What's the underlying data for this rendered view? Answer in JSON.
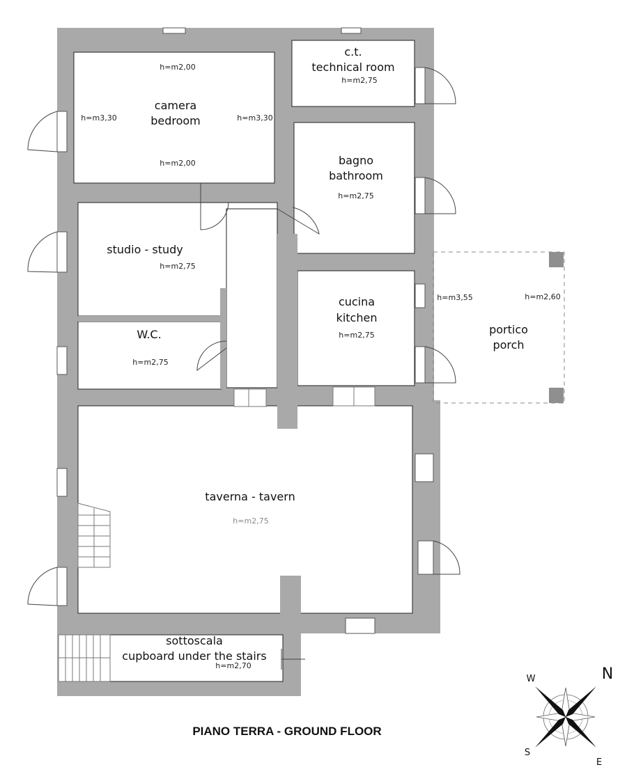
{
  "rooms": {
    "technical": {
      "name_it": "c.t.",
      "name_en": "technical room",
      "height": "h=m2,75"
    },
    "bedroom": {
      "name_it": "camera",
      "name_en": "bedroom",
      "height_top": "h=m2,00",
      "height_bottom": "h=m2,00",
      "height_left": "h=m3,30",
      "height_right": "h=m3,30"
    },
    "bathroom": {
      "name_it": "bagno",
      "name_en": "bathroom",
      "height": "h=m2,75"
    },
    "study": {
      "label": "studio - study",
      "height": "h=m2,75"
    },
    "wc": {
      "label": "W.C.",
      "height": "h=m2,75"
    },
    "kitchen": {
      "name_it": "cucina",
      "name_en": "kitchen",
      "height": "h=m2,75",
      "height_side": "h=m3,55"
    },
    "porch": {
      "name_it": "portico",
      "name_en": "porch",
      "height": "h=m2,60"
    },
    "tavern": {
      "label": "taverna - tavern",
      "height": "h=m2,75"
    },
    "understairs": {
      "name_it": "sottoscala",
      "name_en": "cupboard under the stairs",
      "height": "h=m2,70"
    }
  },
  "title": "PIANO TERRA - GROUND FLOOR",
  "compass": {
    "north": "N",
    "west": "W",
    "south": "S",
    "east": "E"
  },
  "colors": {
    "wall": "#a9a9a9",
    "background": "#ffffff"
  }
}
